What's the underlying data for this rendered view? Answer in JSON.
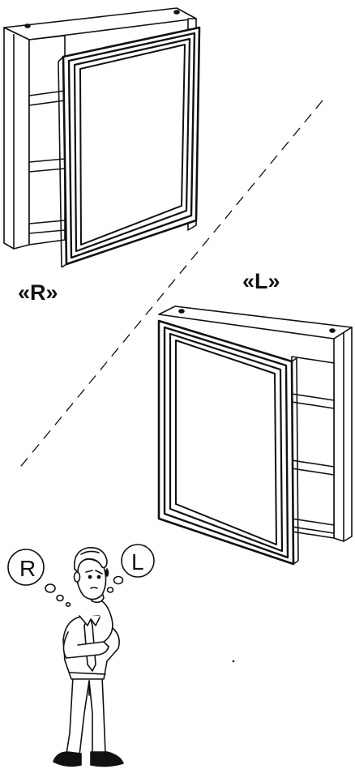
{
  "labels": {
    "right_hinge": "«R»",
    "left_hinge": "«L»"
  },
  "thought_bubbles": {
    "left": "R",
    "right": "L"
  },
  "colors": {
    "line": "#111111",
    "background": "#ffffff"
  }
}
